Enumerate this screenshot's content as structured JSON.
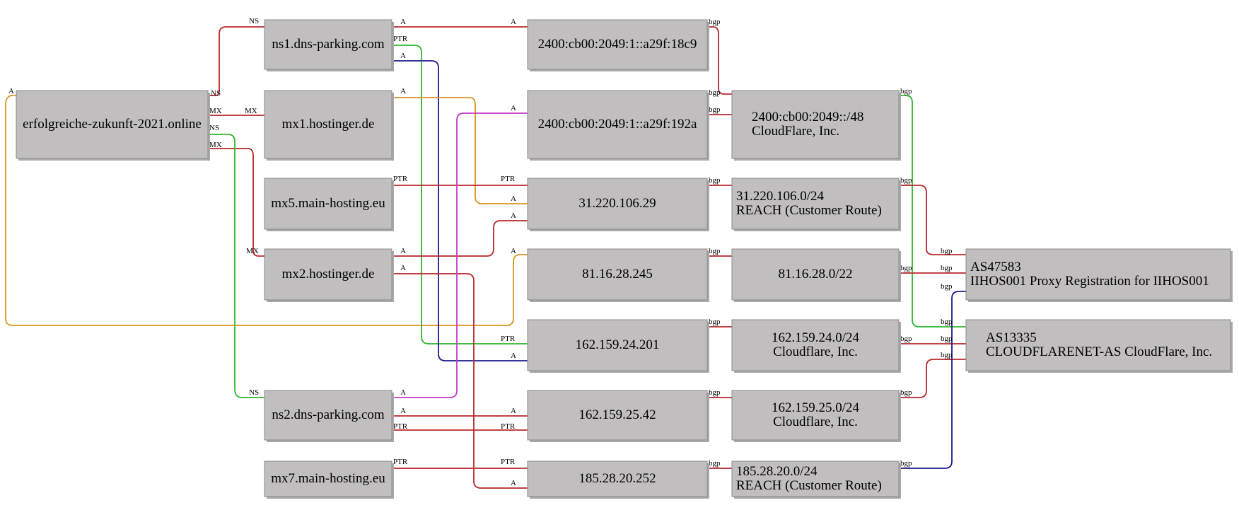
{
  "colors": {
    "red": "#b8272c",
    "green": "#2fb52f",
    "navy": "#1a1a8c",
    "orange": "#d6961e",
    "magenta": "#c43cc4",
    "node_fill": "#c0bebe"
  },
  "nodes": [
    {
      "id": "domain",
      "lines": [
        "erfolgreiche-zukunft-2021.online"
      ]
    },
    {
      "id": "ns1",
      "lines": [
        "ns1.dns-parking.com"
      ]
    },
    {
      "id": "mx1",
      "lines": [
        "mx1.hostinger.de"
      ]
    },
    {
      "id": "mx5",
      "lines": [
        "mx5.main-hosting.eu"
      ]
    },
    {
      "id": "mx2",
      "lines": [
        "mx2.hostinger.de"
      ]
    },
    {
      "id": "ns2",
      "lines": [
        "ns2.dns-parking.com"
      ]
    },
    {
      "id": "mx7",
      "lines": [
        "mx7.main-hosting.eu"
      ]
    },
    {
      "id": "ip6a",
      "lines": [
        "2400:cb00:2049:1::a29f:18c9"
      ]
    },
    {
      "id": "ip6b",
      "lines": [
        "2400:cb00:2049:1::a29f:192a"
      ]
    },
    {
      "id": "ip31",
      "lines": [
        "31.220.106.29"
      ]
    },
    {
      "id": "ip81",
      "lines": [
        "81.16.28.245"
      ]
    },
    {
      "id": "ip162a",
      "lines": [
        "162.159.24.201"
      ]
    },
    {
      "id": "ip162b",
      "lines": [
        "162.159.25.42"
      ]
    },
    {
      "id": "ip185",
      "lines": [
        "185.28.20.252"
      ]
    },
    {
      "id": "pfx6",
      "lines": [
        "2400:cb00:2049::/48",
        "CloudFlare, Inc."
      ]
    },
    {
      "id": "pfx31",
      "lines": [
        "31.220.106.0/24",
        "REACH (Customer Route)"
      ]
    },
    {
      "id": "pfx81",
      "lines": [
        "81.16.28.0/22"
      ]
    },
    {
      "id": "pfx162a",
      "lines": [
        "162.159.24.0/24",
        "Cloudflare, Inc."
      ]
    },
    {
      "id": "pfx162b",
      "lines": [
        "162.159.25.0/24",
        "Cloudflare, Inc."
      ]
    },
    {
      "id": "pfx185",
      "lines": [
        "185.28.20.0/24",
        "REACH (Customer Route)"
      ]
    },
    {
      "id": "as47583",
      "lines": [
        "AS47583",
        "IIHOS001 Proxy Registration for IIHOS001"
      ]
    },
    {
      "id": "as13335",
      "lines": [
        "AS13335",
        "CLOUDFLARENET-AS CloudFlare, Inc."
      ]
    }
  ],
  "edges": [
    {
      "from": "domain",
      "to": "ns1",
      "color": "red",
      "labels": [
        "NS",
        "NS"
      ]
    },
    {
      "from": "domain",
      "to": "mx1",
      "color": "red",
      "labels": [
        "MX",
        "MX"
      ]
    },
    {
      "from": "domain",
      "to": "mx2",
      "color": "red",
      "labels": [
        "MX",
        "MX"
      ]
    },
    {
      "from": "domain",
      "to": "ns2",
      "color": "green",
      "labels": [
        "NS",
        "NS"
      ]
    },
    {
      "from": "domain",
      "to": "ip81",
      "color": "orange",
      "labels": [
        "A",
        "A"
      ]
    },
    {
      "from": "ns1",
      "to": "ip6a",
      "color": "red",
      "labels": [
        "A",
        "A"
      ]
    },
    {
      "from": "ns1",
      "to": "ip162a",
      "color": "green",
      "labels": [
        "PTR",
        "PTR"
      ]
    },
    {
      "from": "ns1",
      "to": "ip162a",
      "color": "navy",
      "labels": [
        "A",
        "A"
      ]
    },
    {
      "from": "mx1",
      "to": "ip31",
      "color": "orange",
      "labels": [
        "A",
        "A"
      ]
    },
    {
      "from": "mx5",
      "to": "ip31",
      "color": "red",
      "labels": [
        "PTR",
        "PTR"
      ]
    },
    {
      "from": "mx2",
      "to": "ip31",
      "color": "red",
      "labels": [
        "A",
        "A"
      ]
    },
    {
      "from": "mx2",
      "to": "ip185",
      "color": "red",
      "labels": [
        "A",
        "A"
      ]
    },
    {
      "from": "ns2",
      "to": "ip6b",
      "color": "magenta",
      "labels": [
        "A",
        "A"
      ]
    },
    {
      "from": "ns2",
      "to": "ip162b",
      "color": "red",
      "labels": [
        "A",
        "A"
      ]
    },
    {
      "from": "ns2",
      "to": "ip162b",
      "color": "red",
      "labels": [
        "PTR",
        "PTR"
      ]
    },
    {
      "from": "mx7",
      "to": "ip185",
      "color": "red",
      "labels": [
        "PTR",
        "PTR"
      ]
    },
    {
      "from": "ip6a",
      "to": "pfx6",
      "color": "red",
      "labels": [
        "bgp",
        "bgp"
      ]
    },
    {
      "from": "ip6b",
      "to": "pfx6",
      "color": "red",
      "labels": [
        "bgp",
        ""
      ]
    },
    {
      "from": "ip31",
      "to": "pfx31",
      "color": "red",
      "labels": [
        "bgp",
        ""
      ]
    },
    {
      "from": "ip81",
      "to": "pfx81",
      "color": "red",
      "labels": [
        "bgp",
        ""
      ]
    },
    {
      "from": "ip162a",
      "to": "pfx162a",
      "color": "red",
      "labels": [
        "bgp",
        ""
      ]
    },
    {
      "from": "ip162b",
      "to": "pfx162b",
      "color": "red",
      "labels": [
        "bgp",
        ""
      ]
    },
    {
      "from": "ip185",
      "to": "pfx185",
      "color": "red",
      "labels": [
        "bgp",
        ""
      ]
    },
    {
      "from": "pfx6",
      "to": "as13335",
      "color": "green",
      "labels": [
        "bgp",
        "bgp"
      ]
    },
    {
      "from": "pfx31",
      "to": "as47583",
      "color": "red",
      "labels": [
        "bgp",
        "bgp"
      ]
    },
    {
      "from": "pfx81",
      "to": "as47583",
      "color": "red",
      "labels": [
        "bgp",
        "bgp"
      ]
    },
    {
      "from": "pfx162a",
      "to": "as13335",
      "color": "red",
      "labels": [
        "bgp",
        "bgp"
      ]
    },
    {
      "from": "pfx162b",
      "to": "as13335",
      "color": "red",
      "labels": [
        "bgp",
        "bgp"
      ]
    },
    {
      "from": "pfx185",
      "to": "as47583",
      "color": "navy",
      "labels": [
        "bgp",
        "bgp"
      ]
    }
  ]
}
